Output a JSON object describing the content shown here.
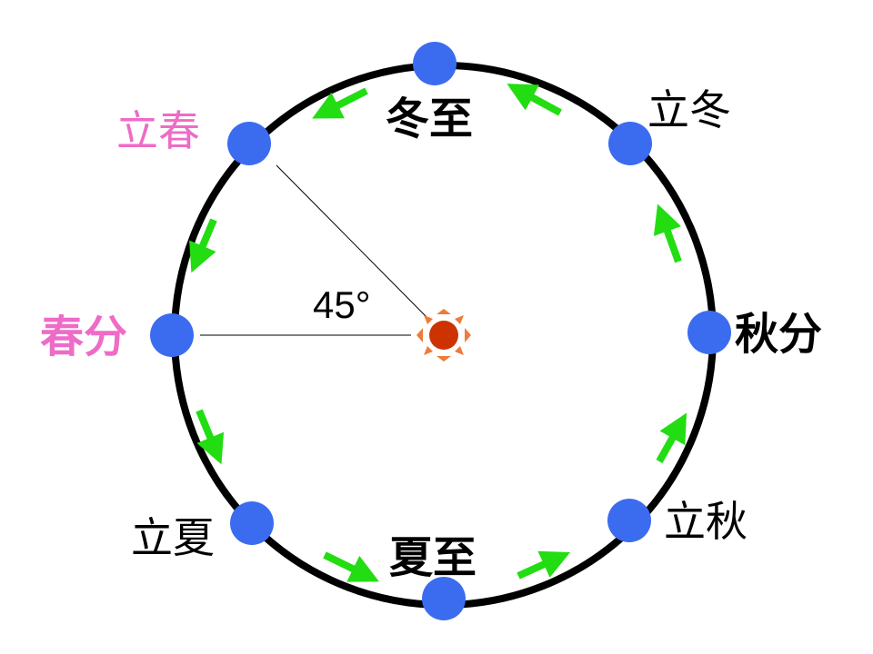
{
  "colors": {
    "orbit": "#000000",
    "node": "#3b6cf0",
    "arrow": "#22dd11",
    "sun": "#cc3300",
    "sun_rays": "#f07a3a",
    "spring_label": "#ee6bc7",
    "default_label": "#000000"
  },
  "diagram": {
    "angle_label": "45°",
    "terms": [
      {
        "key": "dongzhi",
        "label": "冬至",
        "type": "major",
        "color": "#000000"
      },
      {
        "key": "lidong",
        "label": "立冬",
        "type": "minor",
        "color": "#000000"
      },
      {
        "key": "qiufen",
        "label": "秋分",
        "type": "major",
        "color": "#000000"
      },
      {
        "key": "liqiu",
        "label": "立秋",
        "type": "minor",
        "color": "#000000"
      },
      {
        "key": "xiazhi",
        "label": "夏至",
        "type": "major",
        "color": "#000000"
      },
      {
        "key": "lixia",
        "label": "立夏",
        "type": "minor",
        "color": "#000000"
      },
      {
        "key": "chunfen",
        "label": "春分",
        "type": "major",
        "color": "#ee6bc7"
      },
      {
        "key": "lichun",
        "label": "立春",
        "type": "minor",
        "color": "#ee6bc7"
      }
    ],
    "icons": {
      "sun": "sun-icon",
      "arrow": "arrow-icon"
    }
  }
}
